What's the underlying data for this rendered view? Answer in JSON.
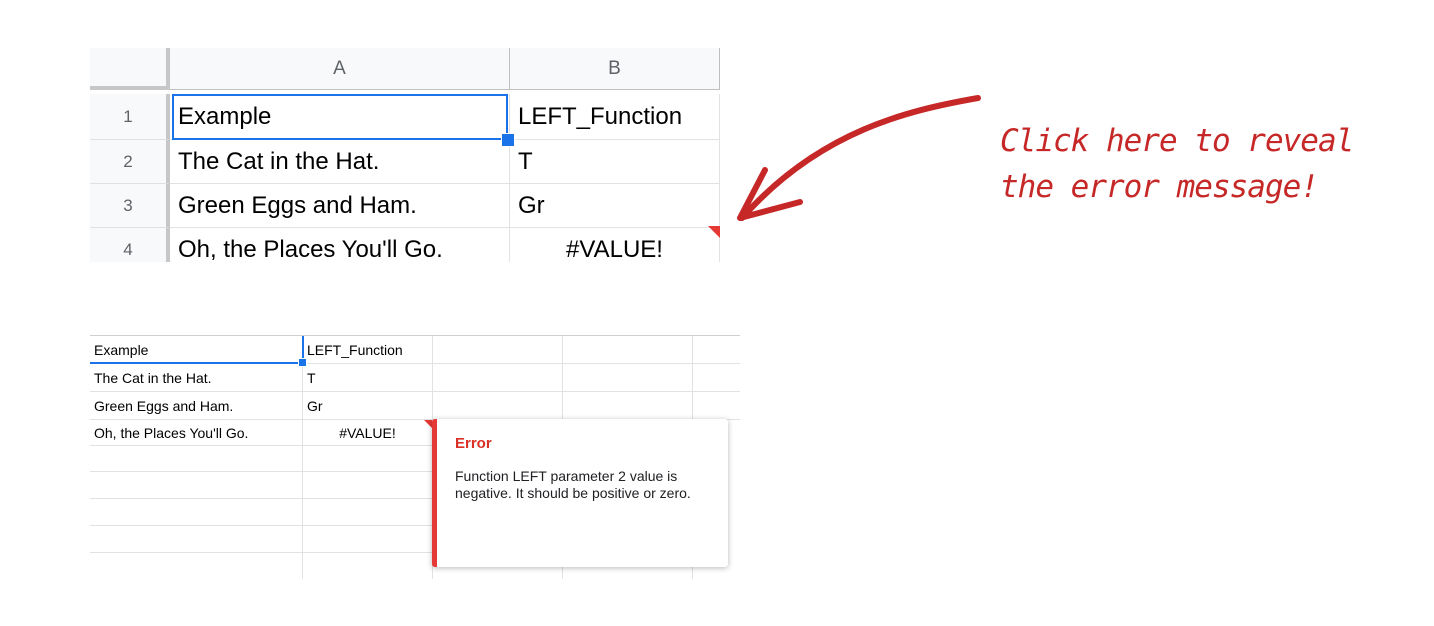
{
  "sheet_top": {
    "columns": [
      "A",
      "B"
    ],
    "rows": [
      {
        "num": "1",
        "a": "Example",
        "b": "LEFT_Function"
      },
      {
        "num": "2",
        "a": "The Cat in the Hat.",
        "b": "T"
      },
      {
        "num": "3",
        "a": "Green Eggs and Ham.",
        "b": "Gr"
      },
      {
        "num": "4",
        "a": "Oh, the Places You'll Go.",
        "b": "#VALUE!"
      }
    ]
  },
  "annotation": {
    "line1": "Click here to reveal",
    "line2": "the error message!"
  },
  "sheet_bottom": {
    "rows": [
      {
        "a": "Example",
        "b": "LEFT_Function"
      },
      {
        "a": "The Cat in the Hat.",
        "b": "T"
      },
      {
        "a": "Green Eggs and Ham.",
        "b": "Gr"
      },
      {
        "a": "Oh, the Places You'll Go.",
        "b": "#VALUE!"
      }
    ]
  },
  "error_popup": {
    "title": "Error",
    "message": "Function LEFT parameter 2 value is negative. It should be positive or zero."
  },
  "colors": {
    "selection": "#1a73e8",
    "error": "#e53935",
    "annotation": "#c62828"
  }
}
